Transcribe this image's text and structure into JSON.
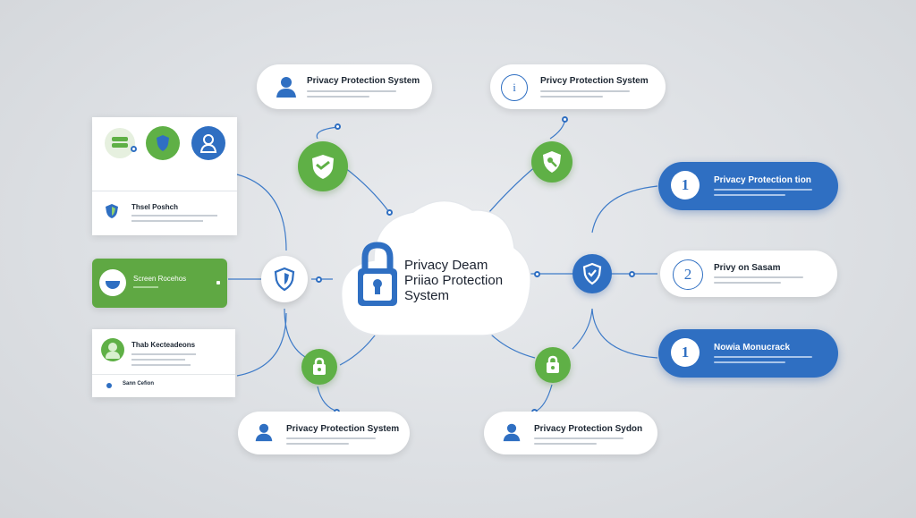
{
  "center": {
    "line1": "Privacy Deam",
    "line2": "Priiao Protection",
    "line3": "System"
  },
  "top_left_pill": {
    "title": "Privacy Protection System"
  },
  "top_right_pill": {
    "title": "Privcy Protection System"
  },
  "right_pill_1": {
    "number": "1",
    "title": "Privacy Protection tion"
  },
  "right_pill_2": {
    "number": "2",
    "title": "Privy on Sasam"
  },
  "right_pill_3": {
    "number": "1",
    "title": "Nowia Monucrack"
  },
  "bottom_left_pill": {
    "title": "Privacy Protection System"
  },
  "bottom_right_pill": {
    "title": "Privacy Protection Sydon"
  },
  "card_top_left": {
    "title": "Thsel Poshch"
  },
  "card_green": {
    "title": "Screen Rocehos"
  },
  "card_bottom_left": {
    "title": "Thab Kecteadeons",
    "footer": "Sann Cefion"
  },
  "colors": {
    "blue": "#2f6fc2",
    "green": "#5fb046",
    "line": "#3e7bc8",
    "background": "#dcdfe3"
  }
}
